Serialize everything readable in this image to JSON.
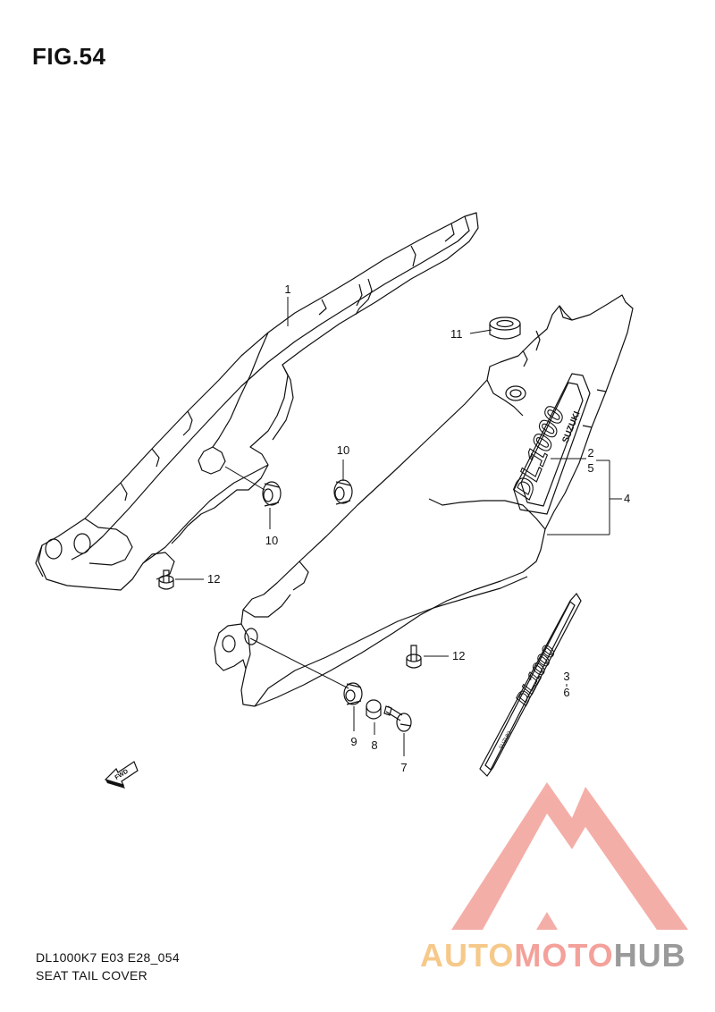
{
  "figure": {
    "title": "FIG.54"
  },
  "callouts": {
    "c1": "1",
    "c2": "2",
    "c3": "3",
    "c4": "4",
    "c5": "5",
    "c6": "6",
    "c7": "7",
    "c8": "8",
    "c9": "9",
    "c10a": "10",
    "c10b": "10",
    "c11": "11",
    "c12a": "12",
    "c12b": "12"
  },
  "decals": {
    "cover_logo": "DL1000",
    "cover_sub": "SUZUKI",
    "strip_logo": "DL1000",
    "strip_sub": "SUZUKI",
    "arrow_label": "FWD"
  },
  "footer": {
    "code": "DL1000K7 E03 E28_054",
    "name": "SEAT TAIL COVER"
  },
  "watermark": {
    "part1": "AUTO",
    "part2": "MOTO",
    "part3": "HUB",
    "colors": {
      "auto": "#f6c98a",
      "moto": "#f3a19a",
      "hub": "#9a9a9a",
      "triangle": "#f3a19a"
    }
  }
}
